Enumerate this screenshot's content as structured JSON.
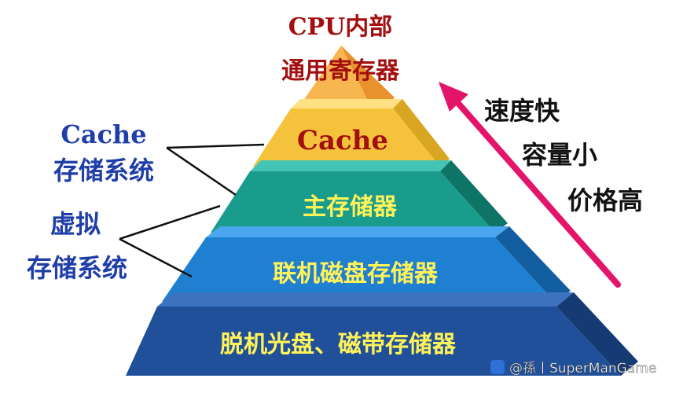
{
  "top": {
    "line1": "CPU内部",
    "line2": "通用寄存器"
  },
  "levels": [
    {
      "label": "Cache",
      "color_front": "#f5c33b",
      "color_top": "#ffe083",
      "color_side": "#d9a622",
      "text_color": "#a30f0f"
    },
    {
      "label": "主存储器",
      "color_front": "#1a9c8c",
      "color_top": "#44c4b4",
      "color_side": "#0e7466",
      "text_color": "#fff35a"
    },
    {
      "label": "联机磁盘存储器",
      "color_front": "#1f7fd0",
      "color_top": "#4aa6ee",
      "color_side": "#125ea1",
      "text_color": "#fff35a"
    },
    {
      "label": "脱机光盘、磁带存储器",
      "color_front": "#21509a",
      "color_top": "#3d72c0",
      "color_side": "#163a73",
      "text_color": "#fff35a"
    }
  ],
  "left_labels": {
    "cache_system_line1": "Cache",
    "cache_system_line2": "存储系统",
    "virtual_system_line1": "虚拟",
    "virtual_system_line2": "存储系统"
  },
  "right_labels": {
    "line1": "速度快",
    "line2": "容量小",
    "line3": "价格高"
  },
  "colors": {
    "title": "#a30f0f",
    "left_text": "#1f3ea8",
    "right_text": "#111111",
    "arrow": "#e3146a"
  },
  "watermark": {
    "text": "@孫丨SuperManGame"
  }
}
